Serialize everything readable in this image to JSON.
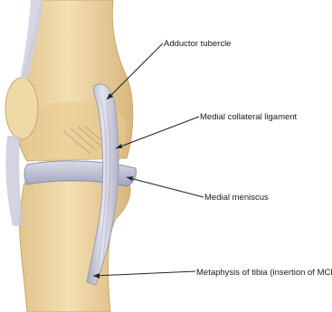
{
  "labels": {
    "adductor_tubercle": "Adductor tubercle",
    "medial_collateral_ligament": "Medial collateral ligament",
    "medial_meniscus": "Medial meniscus",
    "metaphysis_of_tibia": "Metaphysis of tibia (insertion of MCL)"
  },
  "colors": {
    "bone": "#ecd4a0",
    "bone_shadow": "#c9a870",
    "ligament": "#d6d6e4",
    "ligament_shadow": "#9c9cb4",
    "meniscus": "#c4c6da",
    "leader_line": "#222222"
  }
}
